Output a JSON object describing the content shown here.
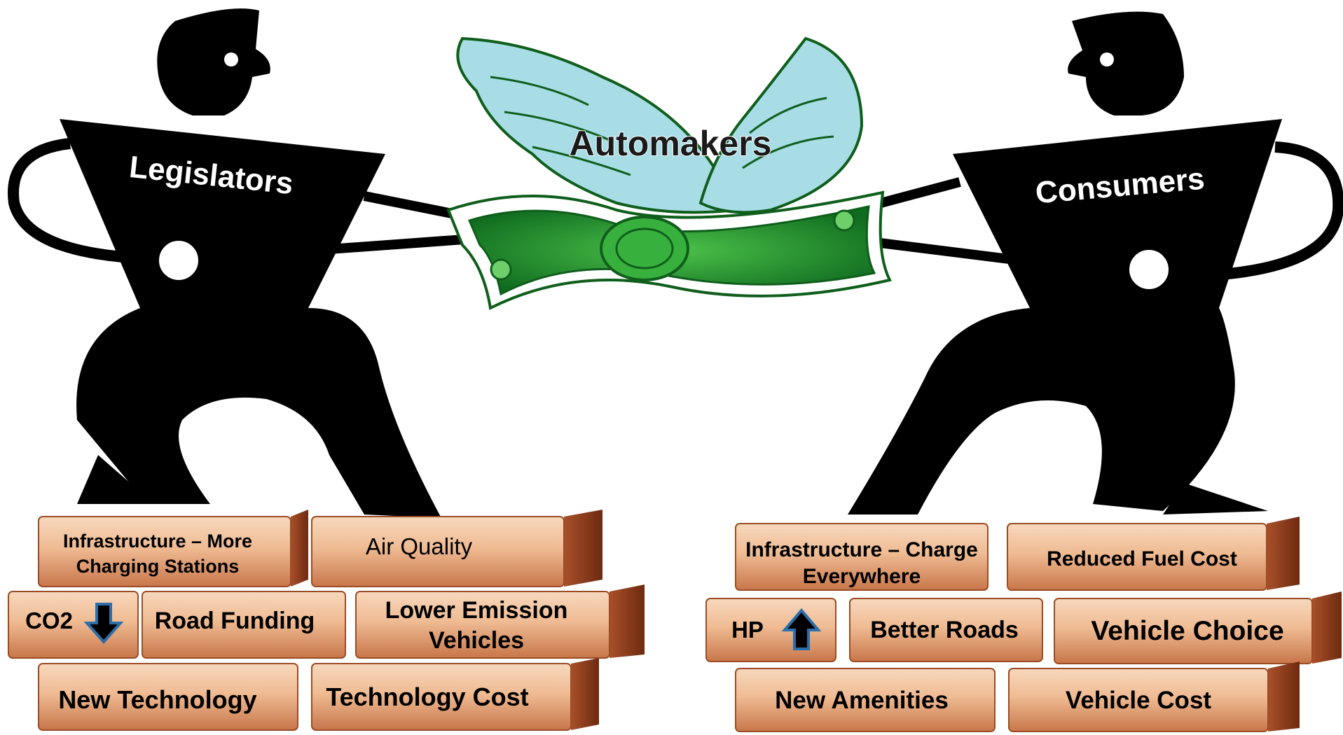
{
  "figures": {
    "left_label": "Legislators",
    "right_label": "Consumers",
    "center_label": "Automakers"
  },
  "left_wall": {
    "row1": [
      "Infrastructure – More",
      "Charging Stations",
      "Air Quality"
    ],
    "row2": [
      "CO2",
      "Road Funding",
      "Lower Emission",
      "Vehicles"
    ],
    "row3": [
      "New Technology",
      "Technology Cost"
    ]
  },
  "right_wall": {
    "row1": [
      "Infrastructure – Charge",
      "Everywhere",
      "Reduced Fuel Cost"
    ],
    "row2": [
      "HP",
      "Better Roads",
      "Vehicle Choice"
    ],
    "row3": [
      "New Amenities",
      "Vehicle Cost"
    ]
  },
  "colors": {
    "silhouette": "#000000",
    "brick_light": "#f0c29c",
    "brick_dark": "#c56a3c",
    "brick_side": "#8b3a18",
    "money_green": "#2e9e3a",
    "wing_blue": "#a8dde6",
    "arrow_blue": "#2b6ea8"
  },
  "icons": [
    "arrow-down-icon",
    "arrow-up-icon"
  ]
}
